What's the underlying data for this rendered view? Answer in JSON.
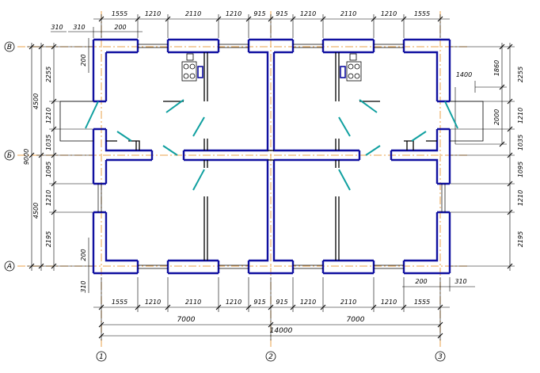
{
  "top_segments": [
    "1555",
    "1210",
    "2110",
    "1210",
    "915",
    "915",
    "1210",
    "2110",
    "1210",
    "1555"
  ],
  "bottom_segments": [
    "1555",
    "1210",
    "2110",
    "1210",
    "915",
    "915",
    "1210",
    "2110",
    "1210",
    "1555"
  ],
  "bottom_halves": [
    "7000",
    "7000"
  ],
  "bottom_total": "14000",
  "top_left": {
    "a": "310",
    "b": "310",
    "c": "200"
  },
  "left_small_200_top": "200",
  "left_small_200_bottom": "200",
  "left_small_310_bottom": "310",
  "bottom_right": {
    "a": "200",
    "b": "310"
  },
  "left_outer": {
    "total": "9000",
    "top_half": "4500",
    "bottom_half": "4500"
  },
  "left_inner": [
    "2255",
    "1210",
    "1035",
    "1095",
    "1210",
    "2195"
  ],
  "right_inner": [
    "2255",
    "1210",
    "1035",
    "1095",
    "1210",
    "2195"
  ],
  "right_outer": {
    "a": "1860",
    "b": "2000"
  },
  "right_1400": "1400",
  "row_axes": [
    "В",
    "Б",
    "А"
  ],
  "col_axes": [
    "1",
    "2",
    "3"
  ]
}
